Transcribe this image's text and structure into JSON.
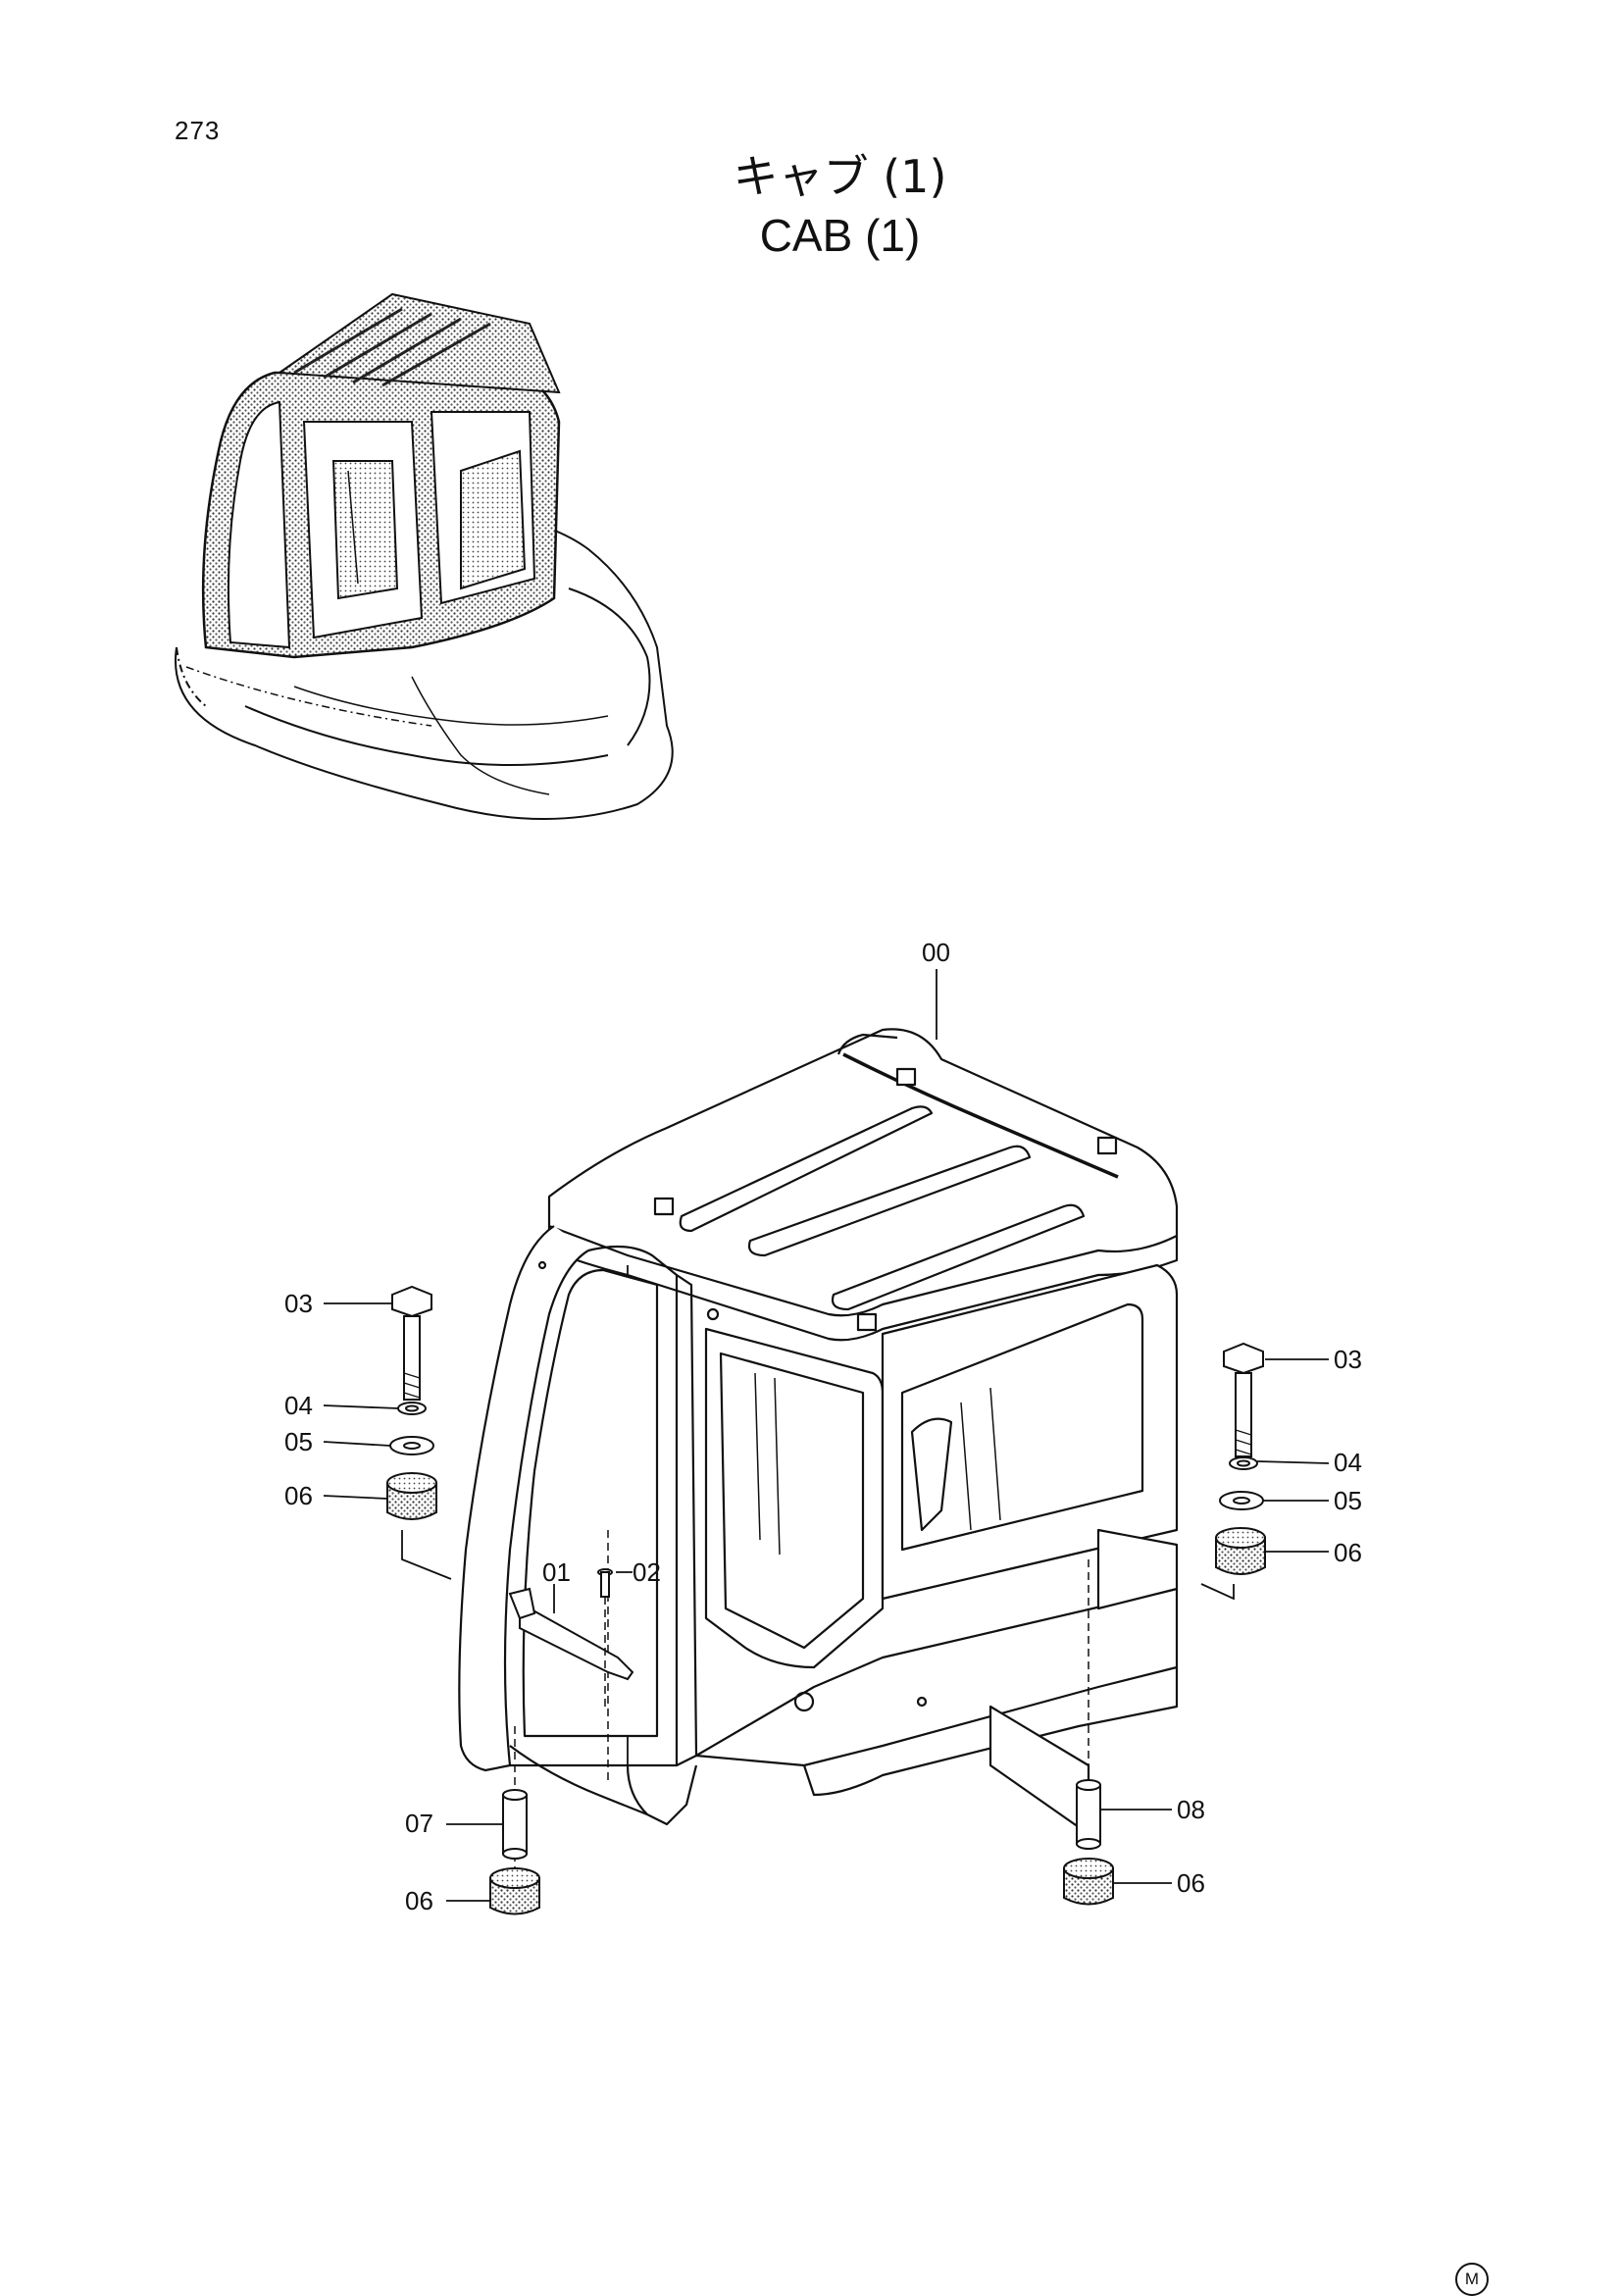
{
  "page": {
    "number": "273",
    "title_jp": "キャブ (1)",
    "title_en": "CAB (1)",
    "mark": "M"
  },
  "callouts": {
    "c00": "00",
    "c03_left": "03",
    "c04_left": "04",
    "c05_left": "05",
    "c06_left": "06",
    "c01": "01",
    "c02": "02",
    "c07": "07",
    "c06_bottom_left": "06",
    "c03_right": "03",
    "c04_right": "04",
    "c05_right": "05",
    "c06_right": "06",
    "c08": "08",
    "c06_bottom_right": "06"
  }
}
